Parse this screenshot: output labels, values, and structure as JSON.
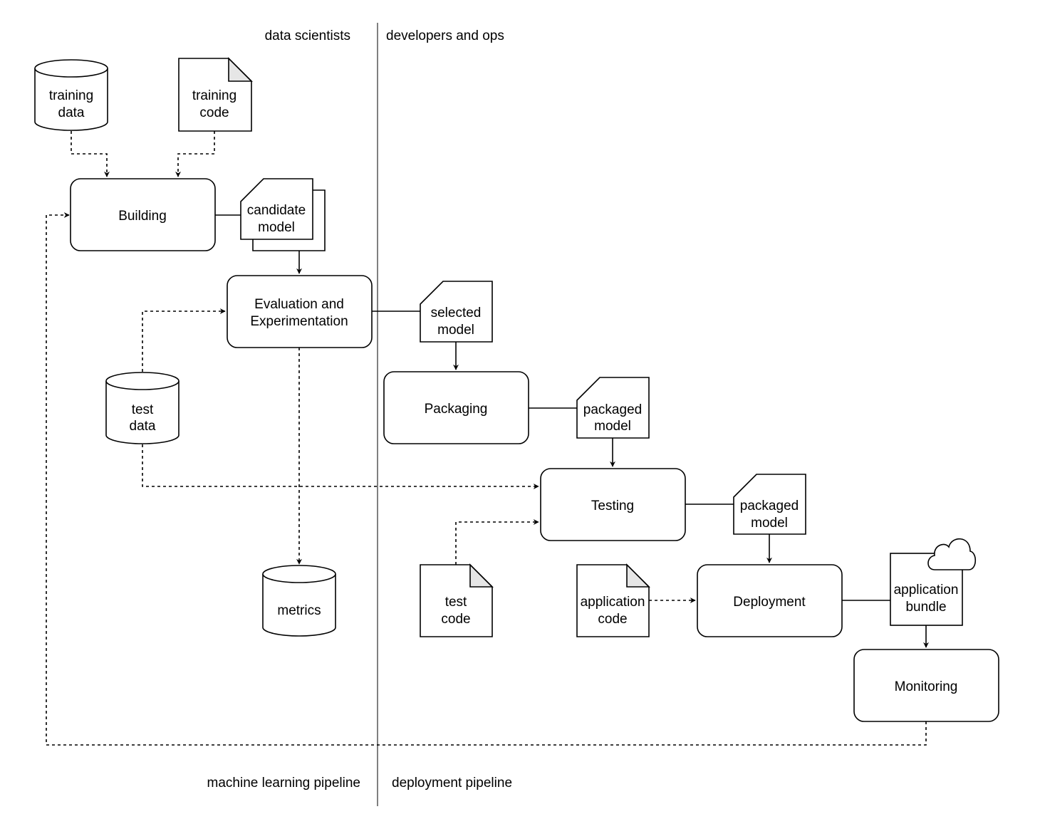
{
  "lanes": {
    "top_left": "data scientists",
    "top_right": "developers and ops",
    "bottom_left": "machine learning pipeline",
    "bottom_right": "deployment pipeline"
  },
  "processes": {
    "building": "Building",
    "evaluation_1": "Evaluation and",
    "evaluation_2": "Experimentation",
    "packaging": "Packaging",
    "testing": "Testing",
    "deployment": "Deployment",
    "monitoring": "Monitoring"
  },
  "data_stores": {
    "training_data_1": "training",
    "training_data_2": "data",
    "test_data_1": "test",
    "test_data_2": "data",
    "metrics": "metrics"
  },
  "documents": {
    "training_code_1": "training",
    "training_code_2": "code",
    "test_code_1": "test",
    "test_code_2": "code",
    "application_code_1": "application",
    "application_code_2": "code"
  },
  "artifacts": {
    "candidate_model_1": "candidate",
    "candidate_model_2": "model",
    "selected_model_1": "selected",
    "selected_model_2": "model",
    "packaged_model_a_1": "packaged",
    "packaged_model_a_2": "model",
    "packaged_model_b_1": "packaged",
    "packaged_model_b_2": "model",
    "application_bundle_1": "application",
    "application_bundle_2": "bundle"
  },
  "icons": {
    "cloud": "cloud-icon"
  }
}
